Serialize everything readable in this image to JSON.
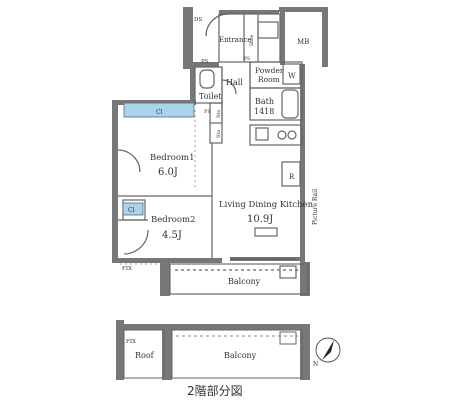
{
  "labels": {
    "ds": "DS",
    "entrance": "Entrance",
    "shoe_box": "Shoe",
    "mb": "MB",
    "ps": "PS",
    "ps2": "PS",
    "ps_tiny": "PS",
    "toilet": "Toilet",
    "hall": "Hall",
    "powder_room_1": "Powder",
    "powder_room_2": "Room",
    "washer": "W",
    "bath": "Bath",
    "bath_size": "1418",
    "cl_bedroom1": "Cl",
    "cl_bedroom2": "Cl",
    "storage_1": "Sto",
    "storage_2": "Sto",
    "fridge": "R",
    "bedroom1": "Bedroom1",
    "bedroom1_size": "6.0J",
    "bedroom2": "Bedroom2",
    "bedroom2_size": "4.5J",
    "ldk": "Living Dining Kitchen",
    "ldk_size": "10.9J",
    "picture_rail": "Picture Rail",
    "fix_1": "FIX",
    "fix_2": "FIX",
    "balcony_1": "Balcony",
    "roof": "Roof",
    "balcony_2": "Balcony",
    "north": "N",
    "caption": "2階部分図"
  },
  "colors": {
    "wall": "#777777",
    "line": "#666666",
    "closet_blue": "#aad4ee",
    "text": "#333333"
  }
}
